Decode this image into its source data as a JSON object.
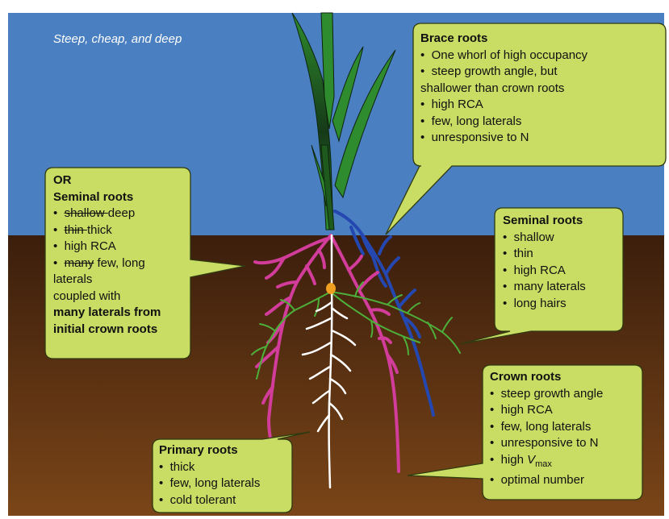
{
  "caption": "Steep, cheap, and deep",
  "colors": {
    "sky": "#4a7fc1",
    "soil_top": "#3b1e0c",
    "soil_bottom": "#7a4518",
    "callout_fill": "#c9dc63",
    "callout_stroke": "#2f3a10",
    "stem": "#2e7d32",
    "brace_root": "#2447b0",
    "crown_root": "#d23c9b",
    "seminal_root": "#4caf3a",
    "primary_root": "#ffffff",
    "seed": "#f0a020"
  },
  "brace": {
    "title": "Brace roots",
    "items": [
      "One whorl of high occupancy",
      "steep growth angle, but",
      "high RCA",
      "few, long laterals",
      "unresponsive to N"
    ],
    "continuation": "shallower than crown roots"
  },
  "seminal_alt": {
    "or": "OR",
    "title": "Seminal roots",
    "item1_struck": "shallow ",
    "item1_new": "deep",
    "item2_struck": "thin ",
    "item2_new": "thick",
    "item3": "high RCA",
    "item4_struck": "many",
    "item4_new": " few, long",
    "item4_cont": "laterals",
    "coupled": "coupled with",
    "bold1": "many laterals from",
    "bold2": "initial crown roots"
  },
  "seminal": {
    "title": "Seminal roots",
    "items": [
      "shallow",
      "thin",
      "high RCA",
      "many laterals",
      "long hairs"
    ]
  },
  "crown": {
    "title": "Crown roots",
    "items": [
      "steep growth angle",
      "high RCA",
      "few, long laterals",
      "unresponsive to N"
    ],
    "vmax_prefix": "high ",
    "vmax_v": "V",
    "vmax_sub": "max",
    "last": "optimal number"
  },
  "primary": {
    "title": "Primary roots",
    "items": [
      "thick",
      "few, long laterals",
      "cold tolerant"
    ]
  }
}
